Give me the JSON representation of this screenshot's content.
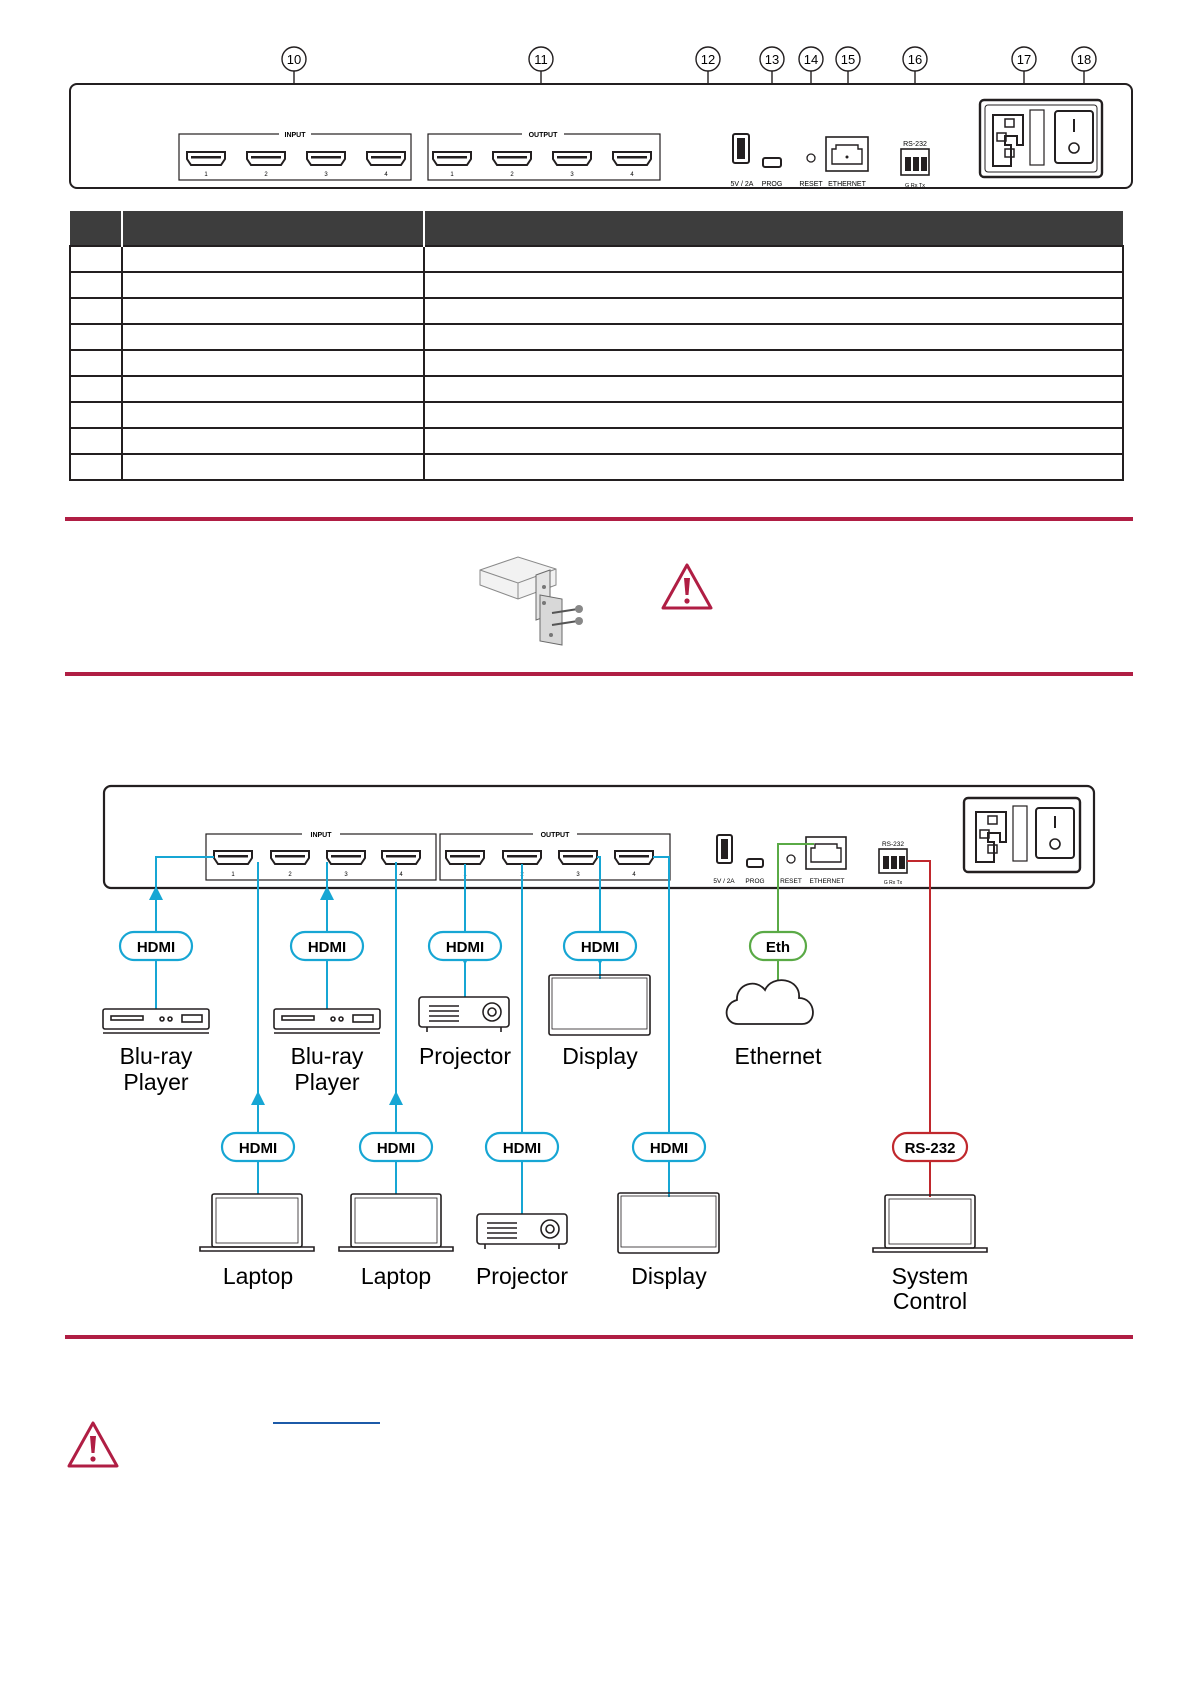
{
  "callouts": [
    "10",
    "11",
    "12",
    "13",
    "14",
    "15",
    "16",
    "17",
    "18"
  ],
  "rear_panel": {
    "input_label": "INPUT",
    "output_label": "OUTPUT",
    "port_numbers": [
      "1",
      "2",
      "3",
      "4"
    ],
    "usb_label": "5V / 2A",
    "prog_label": "PROG",
    "reset_label": "RESET",
    "ethernet_label": "ETHERNET",
    "rs232_label": "RS-232",
    "rs232_pins": "G Rx Tx"
  },
  "table": {
    "row_count": 9
  },
  "diagram": {
    "hdmi_tag": "HDMI",
    "eth_tag": "Eth",
    "rs232_tag": "RS-232",
    "devices": {
      "bluray1": [
        "Blu-ray",
        "Player"
      ],
      "bluray2": [
        "Blu-ray",
        "Player"
      ],
      "projector_top": "Projector",
      "display_top": "Display",
      "ethernet": "Ethernet",
      "laptop1": "Laptop",
      "laptop2": "Laptop",
      "projector_bottom": "Projector",
      "display_bottom": "Display",
      "system_control": [
        "System",
        "Control"
      ]
    }
  },
  "colors": {
    "accent_red": "#b01e44",
    "hdmi_cyan": "#17a6d4",
    "eth_green": "#5aaa46",
    "rs232_red": "#c0282d",
    "header_gray": "#3d3d3d"
  }
}
